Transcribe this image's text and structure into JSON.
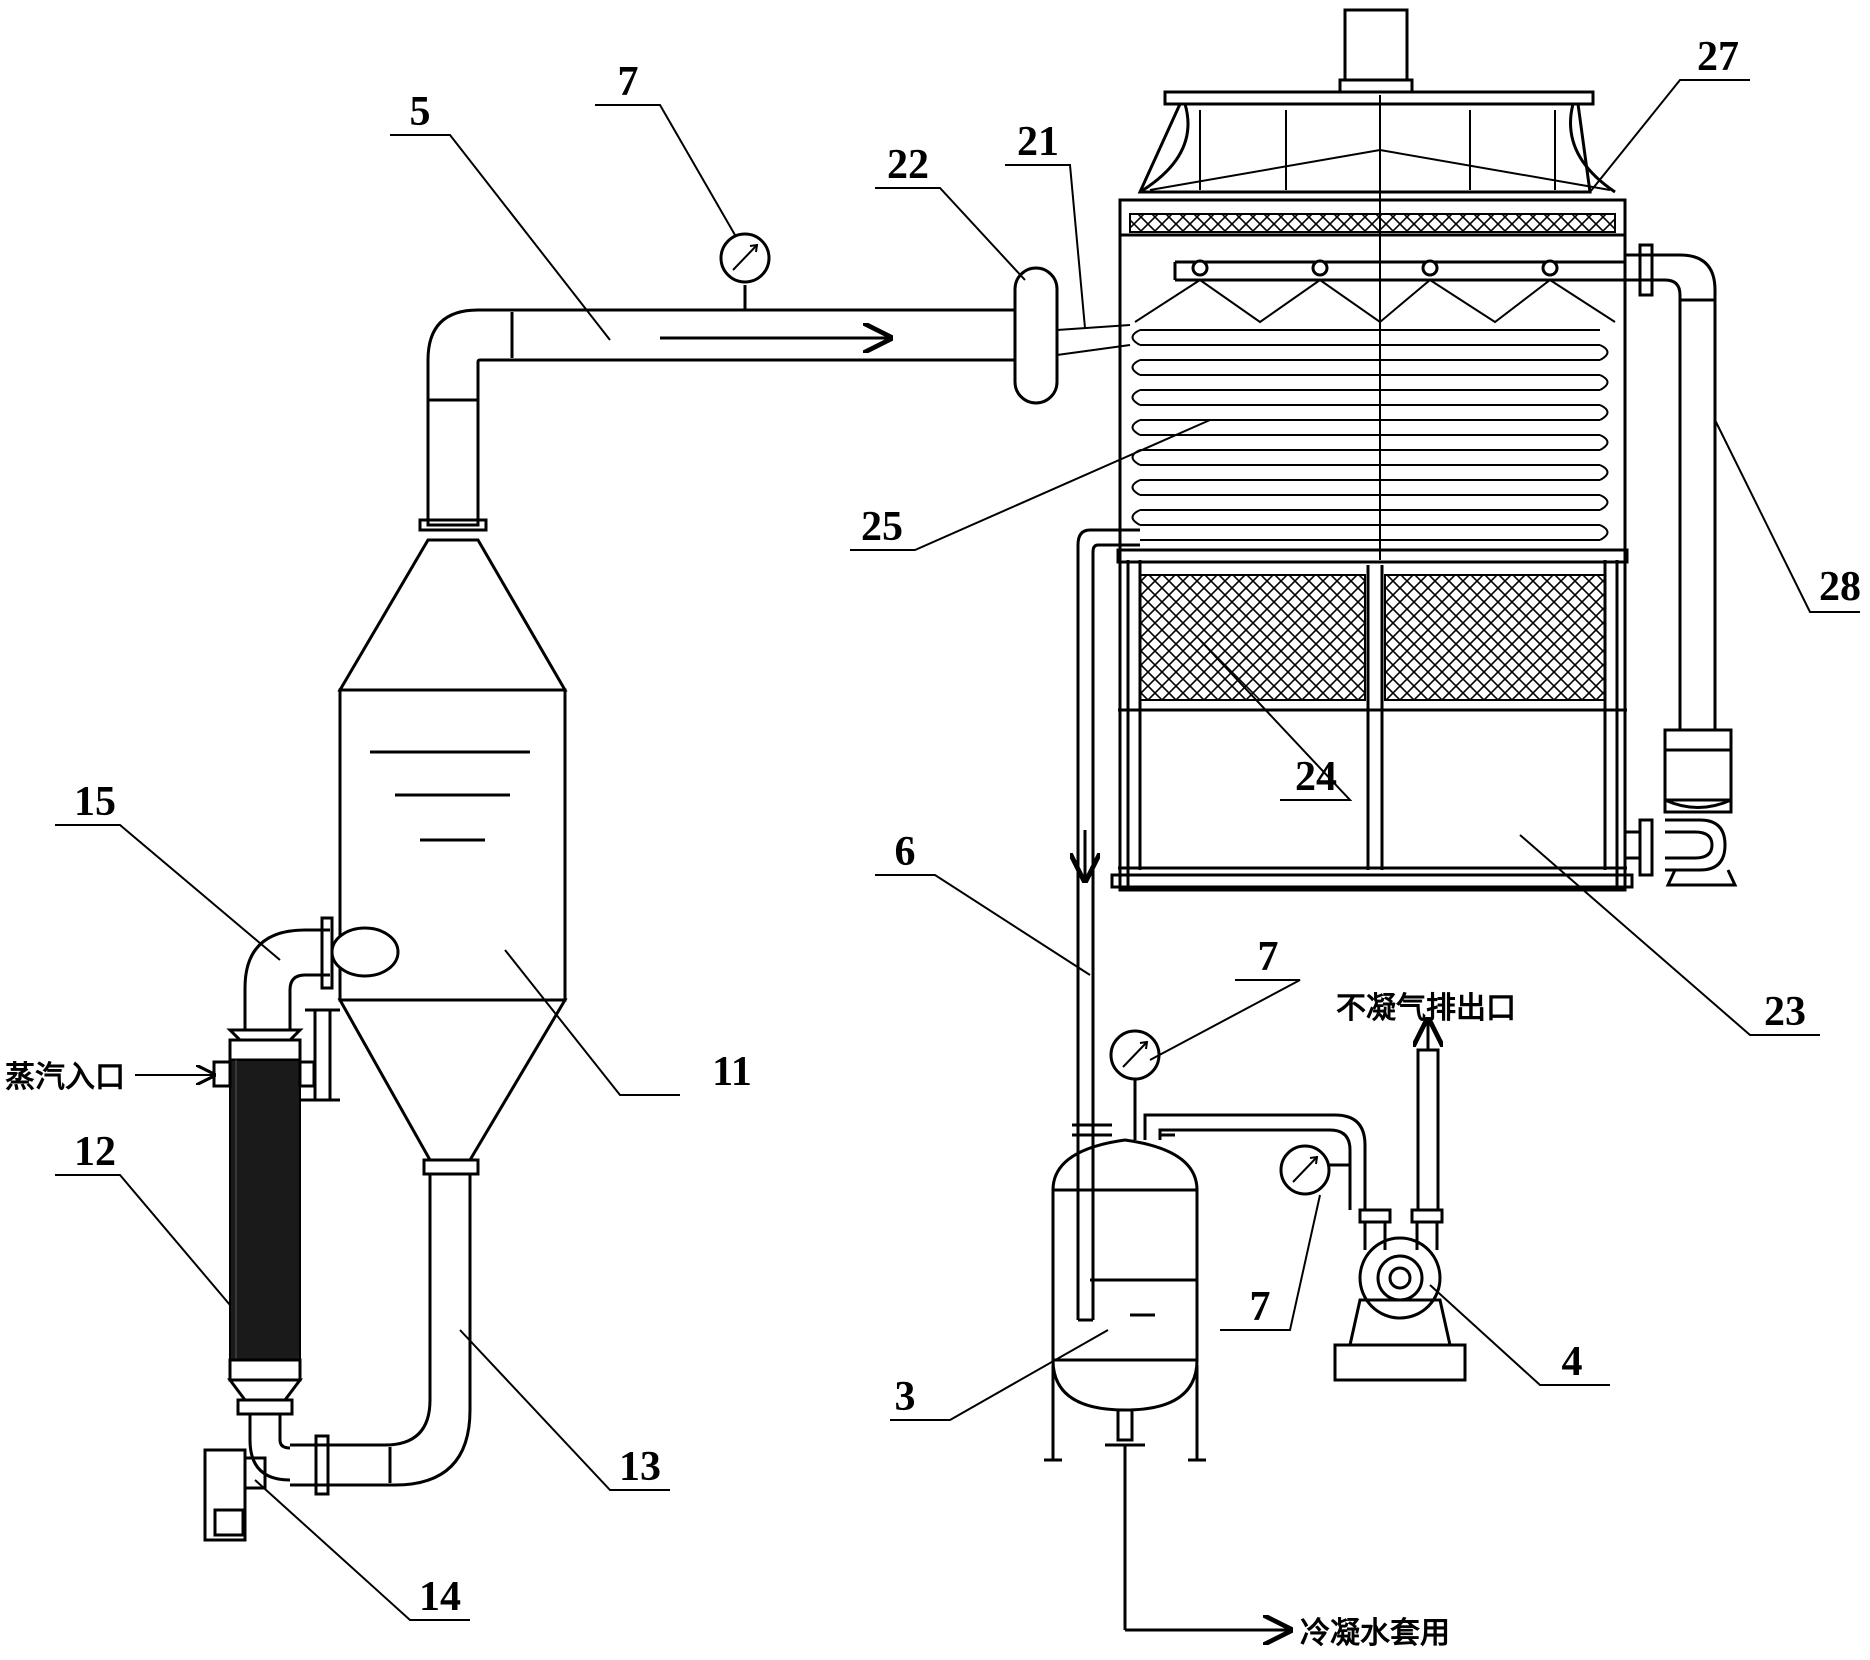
{
  "labels": {
    "n5": "5",
    "n7_top": "7",
    "n22": "22",
    "n21": "21",
    "n27": "27",
    "n25": "25",
    "n28": "28",
    "n24": "24",
    "n23": "23",
    "n6": "6",
    "n7_mid": "7",
    "n7_low": "7",
    "n15": "15",
    "n11": "11",
    "n12": "12",
    "n13": "13",
    "n14": "14",
    "n3": "3",
    "n4": "4"
  },
  "text": {
    "steam_inlet": "蒸汽入口",
    "noncondensable_outlet": "不凝气排出口",
    "condensate_reuse": "冷凝水套用"
  }
}
